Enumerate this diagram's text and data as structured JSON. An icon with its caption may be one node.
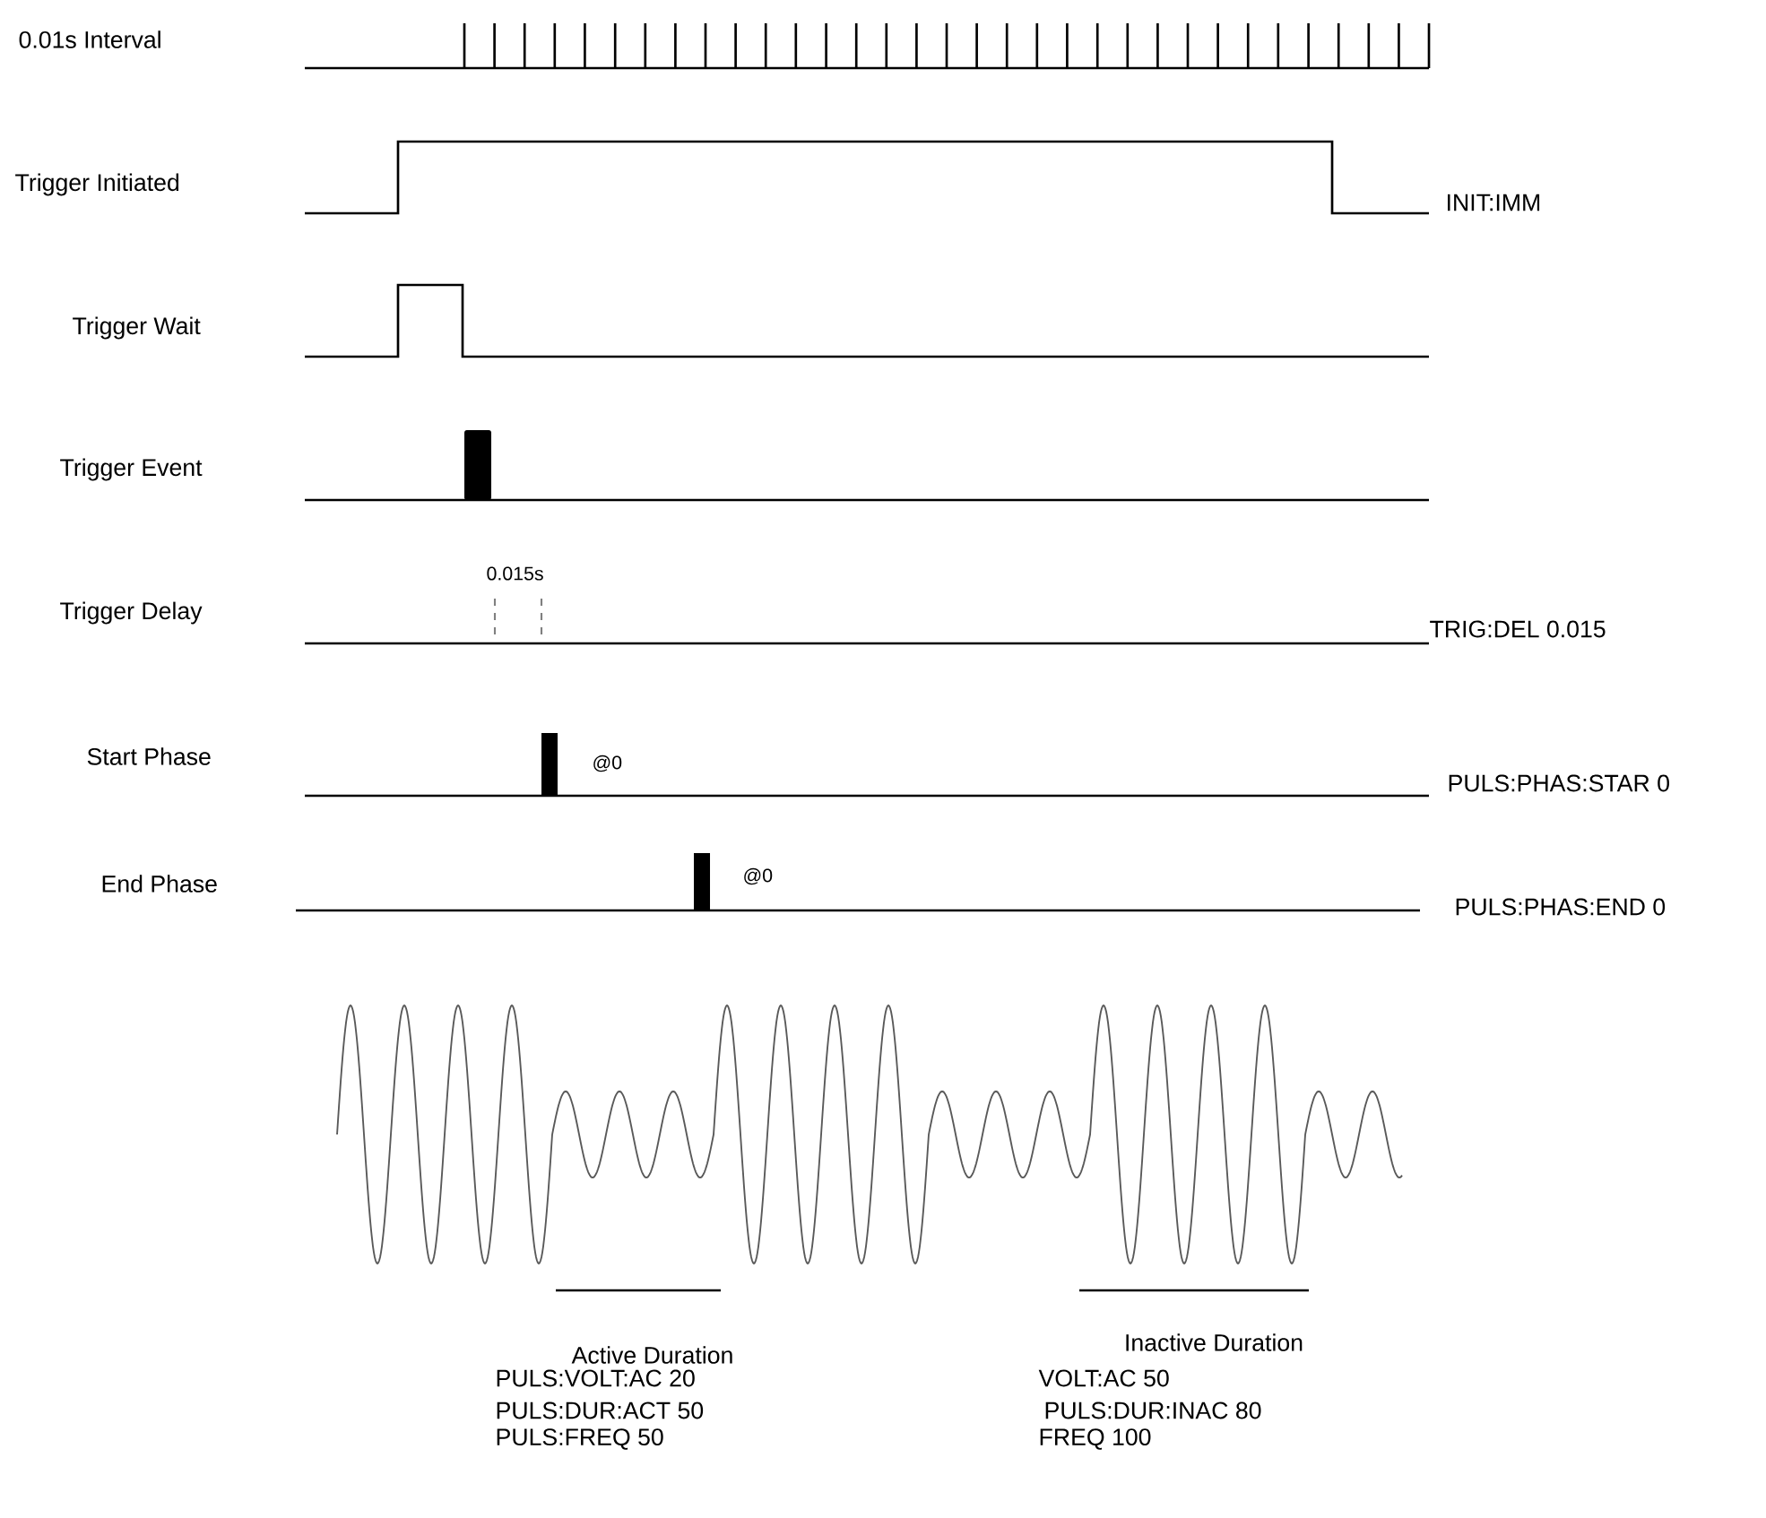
{
  "diagram": {
    "labels": [
      "0.01s Interval",
      "Trigger Initiated",
      "INIT:IMM",
      "Trigger Wait",
      "Trigger Event",
      "0.015s",
      "Trigger Delay",
      "TRIG:DEL 0.015",
      "Start Phase",
      "@0",
      "PULS:PHAS:STAR 0",
      "End Phase",
      "@0",
      "PULS:PHAS:END 0",
      "Active Duration",
      "Inactive Duration",
      "PULS:VOLT:AC 20",
      "VOLT:AC 50",
      "PULS:DUR:ACT 50",
      "PULS:DUR:INAC 80",
      "PULS:FREQ 50",
      "FREQ 100"
    ]
  }
}
